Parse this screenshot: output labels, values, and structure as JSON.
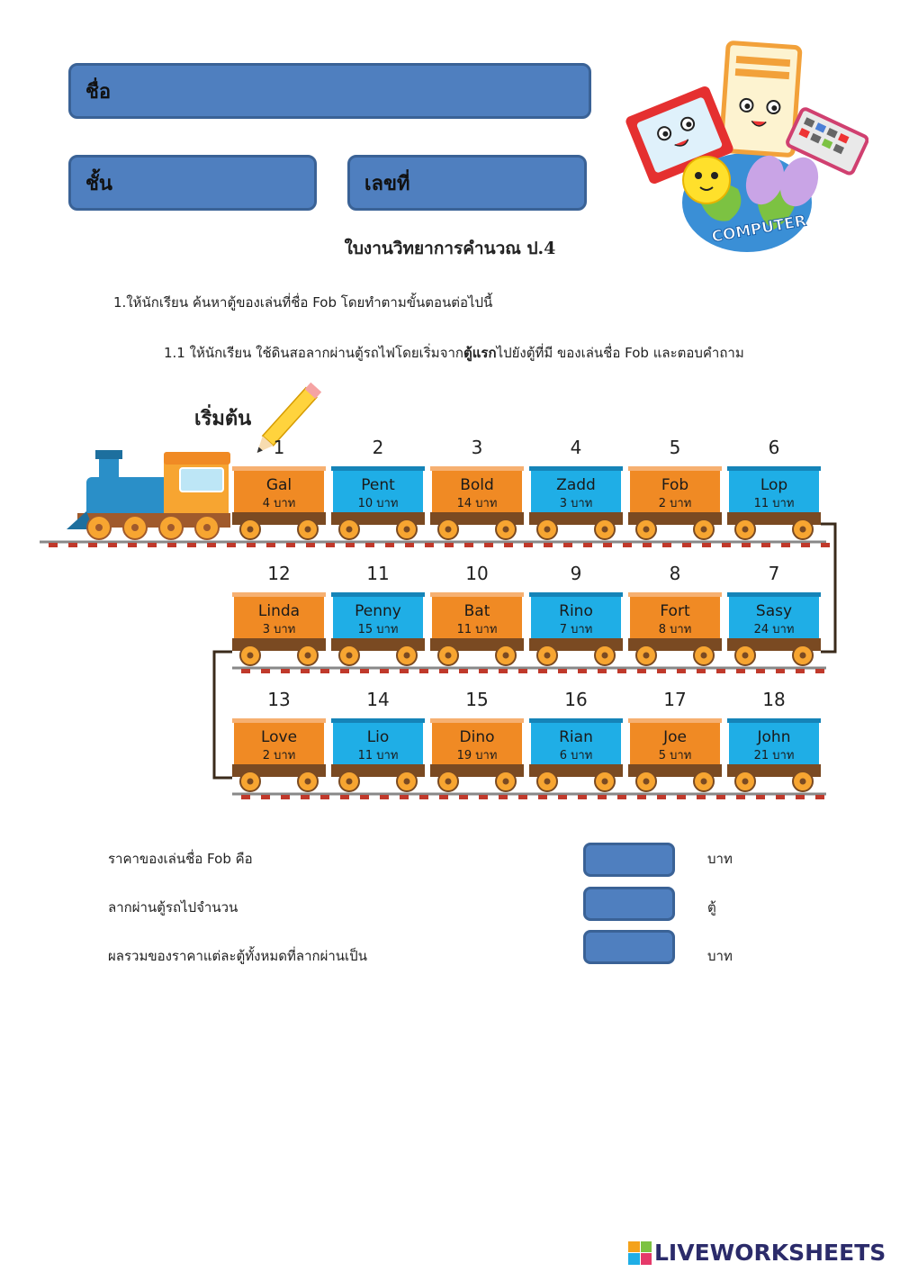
{
  "fields": {
    "name_label": "ชื่อ",
    "class_label": "ชั้น",
    "number_label": "เลขที่"
  },
  "title": "ใบงานวิทยาการคำนวณ ป.4",
  "instructions": {
    "step1": "1.ให้นักเรียน ค้นหาตู้ของเล่นที่ชื่อ Fob โดยทำตามขั้นตอนต่อไปนี้",
    "step1_1_prefix": "1.1 ให้นักเรียน ใช้ดินสอลากผ่านตู้รถไฟโดยเริ่มจาก",
    "step1_1_bold": "ตู้แรก",
    "step1_1_suffix": "ไปยังตู้ที่มี ของเล่นชื่อ Fob และตอบคำถาม"
  },
  "logo": {
    "text": "COMPUTER"
  },
  "train": {
    "start_label": "เริ่มต้น",
    "currency": "บาท",
    "colors": {
      "orange": "#f08a24",
      "blue": "#1faee6",
      "engine": "#2a8fc8",
      "track": "#888888"
    },
    "cars": [
      {
        "number": "1",
        "name": "Gal",
        "price": "4 บาท",
        "color": "orange"
      },
      {
        "number": "2",
        "name": "Pent",
        "price": "10 บาท",
        "color": "blue"
      },
      {
        "number": "3",
        "name": "Bold",
        "price": "14 บาท",
        "color": "orange"
      },
      {
        "number": "4",
        "name": "Zadd",
        "price": "3 บาท",
        "color": "blue"
      },
      {
        "number": "5",
        "name": "Fob",
        "price": "2 บาท",
        "color": "orange"
      },
      {
        "number": "6",
        "name": "Lop",
        "price": "11 บาท",
        "color": "blue"
      },
      {
        "number": "12",
        "name": "Linda",
        "price": "3 บาท",
        "color": "orange"
      },
      {
        "number": "11",
        "name": "Penny",
        "price": "15 บาท",
        "color": "blue"
      },
      {
        "number": "10",
        "name": "Bat",
        "price": "11 บาท",
        "color": "orange"
      },
      {
        "number": "9",
        "name": "Rino",
        "price": "7 บาท",
        "color": "blue"
      },
      {
        "number": "8",
        "name": "Fort",
        "price": "8 บาท",
        "color": "orange"
      },
      {
        "number": "7",
        "name": "Sasy",
        "price": "24 บาท",
        "color": "blue"
      },
      {
        "number": "13",
        "name": "Love",
        "price": "2 บาท",
        "color": "orange"
      },
      {
        "number": "14",
        "name": "Lio",
        "price": "11 บาท",
        "color": "blue"
      },
      {
        "number": "15",
        "name": "Dino",
        "price": "19 บาท",
        "color": "orange"
      },
      {
        "number": "16",
        "name": "Rian",
        "price": "6 บาท",
        "color": "blue"
      },
      {
        "number": "17",
        "name": "Joe",
        "price": "5 บาท",
        "color": "orange"
      },
      {
        "number": "18",
        "name": "John",
        "price": "21 บาท",
        "color": "blue"
      }
    ]
  },
  "questions": [
    {
      "label": "ราคาของเล่นชื่อ Fob คือ",
      "unit": "บาท"
    },
    {
      "label": "ลากผ่านตู้รถไปจำนวน",
      "unit": "ตู้"
    },
    {
      "label": "ผลรวมของราคาแต่ละตู้ทั้งหมดที่ลากผ่านเป็น",
      "unit": "บาท"
    }
  ],
  "footer": {
    "brand": "LIVEWORKSHEETS"
  }
}
